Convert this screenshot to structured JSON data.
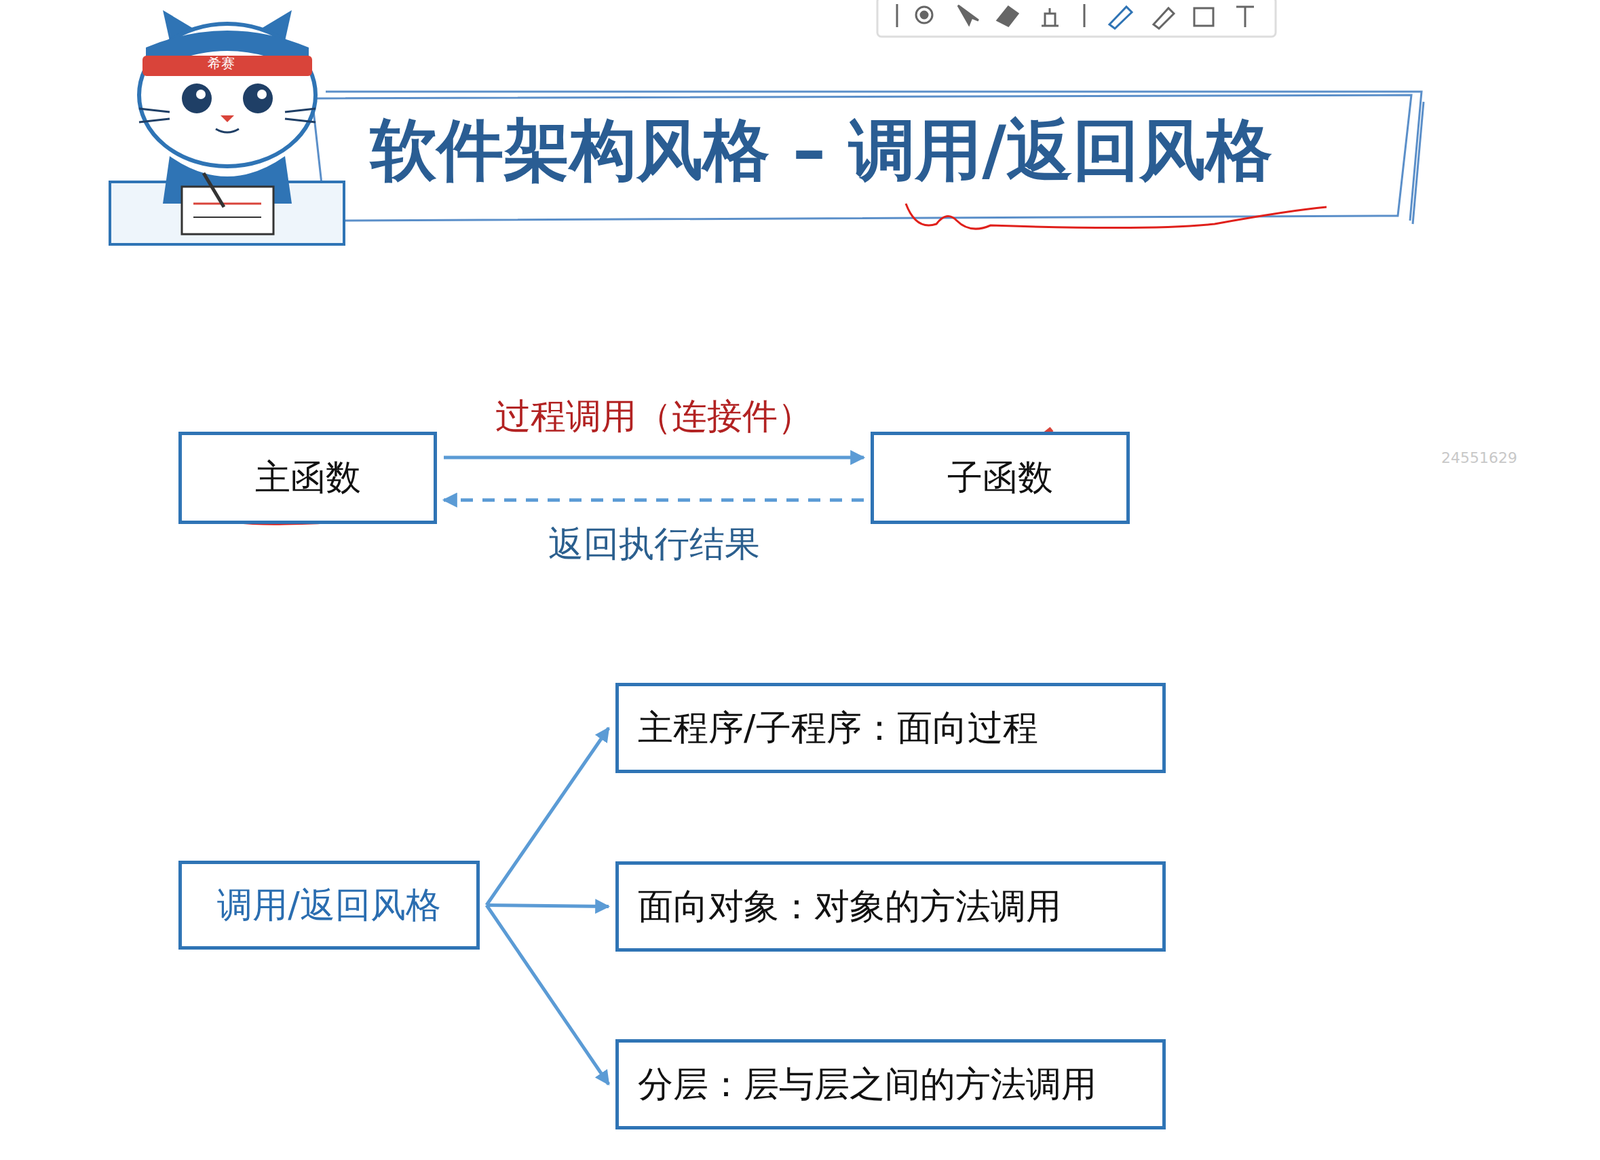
{
  "diagram": {
    "title": "软件架构风格 – 调用/返回风格",
    "nodes": [
      {
        "text": [
          "主函数"
        ]
      },
      {
        "text": [
          "子函数"
        ]
      },
      {
        "text": [
          "调用/返回风格"
        ]
      },
      {
        "text": [
          "主程序/子程序：面向过程"
        ]
      },
      {
        "text": [
          "面向对象：对象的方法调用"
        ]
      },
      {
        "text": [
          "分层：层与层之间的方法调用"
        ]
      }
    ],
    "edges": [
      {
        "from": 0,
        "to": 1,
        "arrow": "to",
        "label": "过程调用（连接件）"
      },
      {
        "from": 1,
        "to": 0,
        "arrow": "to",
        "label": "返回执行结果"
      },
      {
        "from": 2,
        "to": 3,
        "arrow": "to"
      },
      {
        "from": 2,
        "to": 4,
        "arrow": "to"
      },
      {
        "from": 2,
        "to": 5,
        "arrow": "to"
      }
    ],
    "labels": [
      "希赛",
      "24551629"
    ]
  }
}
